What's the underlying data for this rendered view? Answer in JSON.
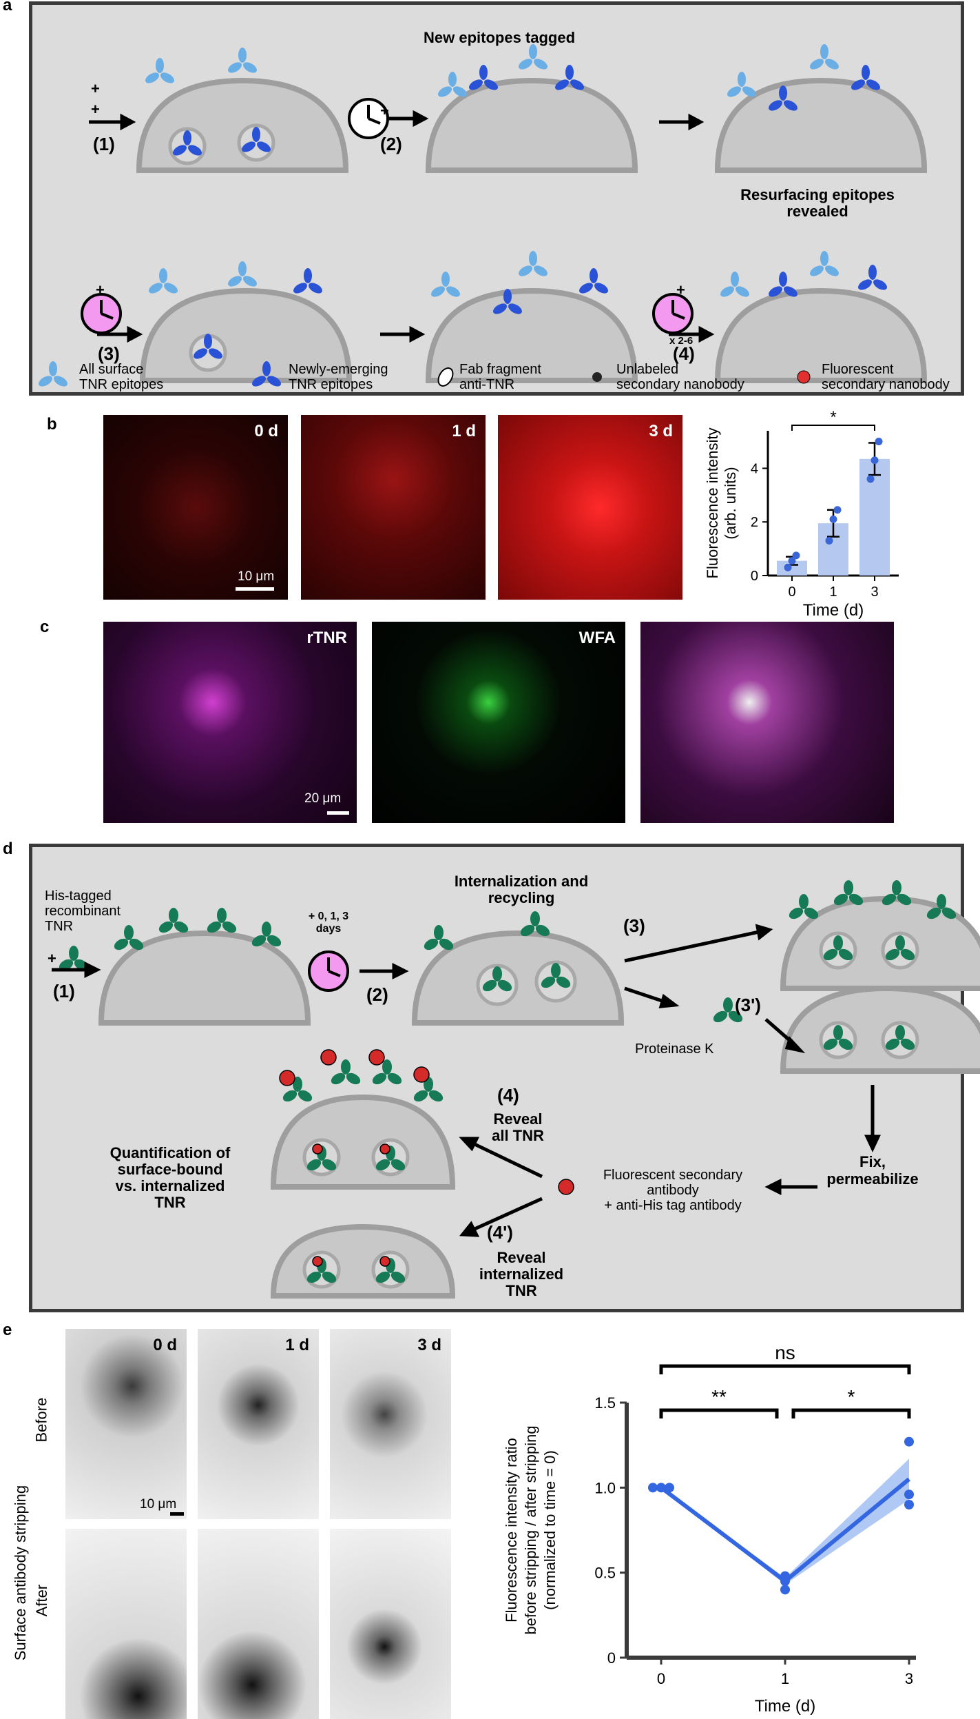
{
  "panels": {
    "a": "a",
    "b": "b",
    "c": "c",
    "d": "d",
    "e": "e"
  },
  "panel_a": {
    "title_top": "New epitopes tagged",
    "title_bottom_1": "Resurfacing epitopes",
    "title_bottom_2": "revealed",
    "steps": [
      "(1)",
      "(2)",
      "(3)",
      "(4)"
    ],
    "plus": "+",
    "repeat": "x 2-6",
    "legend": [
      {
        "l1": "All surface",
        "l2": "TNR epitopes"
      },
      {
        "l1": "Newly-emerging",
        "l2": "TNR epitopes"
      },
      {
        "l1": "Fab fragment",
        "l2": "anti-TNR"
      },
      {
        "l1": "Unlabeled",
        "l2": "secondary nanobody"
      },
      {
        "l1": "Fluorescent",
        "l2": "secondary nanobody"
      }
    ],
    "colors": {
      "light_epitope": "#6aaee6",
      "dark_epitope": "#2a52d6",
      "cell": "#c8c8c8",
      "clock": "#f39af0",
      "fluor": "#e03030"
    }
  },
  "panel_b": {
    "images": [
      "0 d",
      "1 d",
      "3 d"
    ],
    "scale": "10 μm",
    "chart_data": {
      "type": "bar",
      "categories": [
        "0",
        "1",
        "3"
      ],
      "values": [
        0.55,
        1.95,
        4.35
      ],
      "errors": [
        0.15,
        0.5,
        0.6
      ],
      "points": [
        [
          0.3,
          0.55,
          0.75
        ],
        [
          1.3,
          2.1,
          2.45
        ],
        [
          3.6,
          4.3,
          5.0
        ]
      ],
      "ylabel_1": "Fluorescence intensity",
      "ylabel_2": "(arb. units)",
      "xlabel": "Time (d)",
      "yticks": [
        "0",
        "2",
        "4"
      ],
      "ylim": [
        0,
        5.4
      ],
      "significance": "*",
      "bar_color": "#b5c8f0",
      "point_color": "#3b66d8"
    }
  },
  "panel_c": {
    "labels": [
      "rTNR",
      "WFA",
      ""
    ],
    "scale": "20 μm"
  },
  "panel_d": {
    "his_1": "His-tagged",
    "his_2": "recombinant",
    "his_3": "TNR",
    "plus": "+",
    "days_1": "+ 0, 1, 3",
    "days_2": "days",
    "step1": "(1)",
    "step2": "(2)",
    "step3": "(3)",
    "step3p": "(3')",
    "step4": "(4)",
    "step4p": "(4')",
    "internal_1": "Internalization and",
    "internal_2": "recycling",
    "proteinase": "Proteinase K",
    "fix_1": "Fix,",
    "fix_2": "permeabilize",
    "fluor_1": "Fluorescent secondary",
    "fluor_2": "antibody",
    "fluor_3": "+ anti-His tag antibody",
    "reveal_all_1": "Reveal",
    "reveal_all_2": "all TNR",
    "reveal_int_1": "Reveal",
    "reveal_int_2": "internalized",
    "reveal_int_3": "TNR",
    "quant_1": "Quantification of",
    "quant_2": "surface-bound",
    "quant_3": "vs. internalized",
    "quant_4": "TNR",
    "colors": {
      "tnr": "#157a55",
      "fluor": "#d42a2a"
    }
  },
  "panel_e": {
    "side_label": "Surface antibody stripping",
    "row_before": "Before",
    "row_after": "After",
    "images": [
      "0 d",
      "1 d",
      "3 d"
    ],
    "scale": "10 μm",
    "chart_data": {
      "type": "line",
      "x": [
        0,
        1,
        3
      ],
      "mean": [
        1.0,
        0.45,
        1.05
      ],
      "band_low": [
        1.0,
        0.43,
        0.93
      ],
      "band_high": [
        1.0,
        0.47,
        1.17
      ],
      "points": [
        [
          1.0,
          1.0,
          1.0
        ],
        [
          0.4,
          0.45,
          0.48
        ],
        [
          0.9,
          0.96,
          1.27
        ]
      ],
      "ylabel_1": "Fluorescence intensity ratio",
      "ylabel_2": "before stripping / after stripping",
      "ylabel_3": "(normalized to time = 0)",
      "xlabel": "Time (d)",
      "xticks": [
        "0",
        "1",
        "3"
      ],
      "yticks": [
        "0",
        "0.5",
        "1.0",
        "1.5"
      ],
      "ylim": [
        0,
        1.5
      ],
      "significance": [
        {
          "from": "0",
          "to": "3",
          "label": "ns"
        },
        {
          "from": "0",
          "to": "1",
          "label": "**"
        },
        {
          "from": "1",
          "to": "3",
          "label": "*"
        }
      ],
      "line_color": "#3366e0",
      "band_color": "#8fb0f0"
    }
  }
}
